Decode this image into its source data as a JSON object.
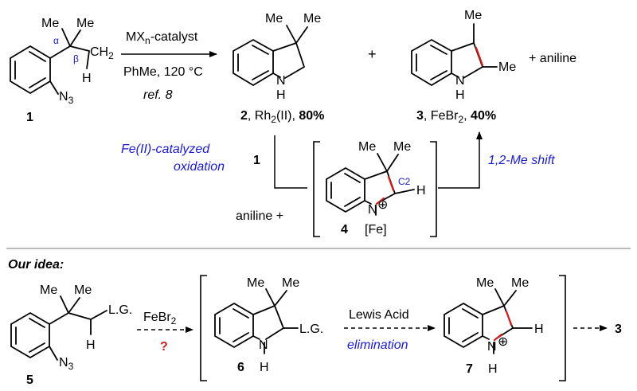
{
  "scheme_top": {
    "compound1": {
      "me1": "Me",
      "me2": "Me",
      "alpha": "α",
      "beta": "β",
      "ch2": "CH",
      "ch2_sub": "2",
      "h": "H",
      "n3": "N",
      "n3_sub": "3",
      "id": "1"
    },
    "reaction": {
      "cat_main": "MX",
      "cat_sub": "n",
      "cat_rest": "-catalyst",
      "solvent": "PhMe, 120 °C",
      "ref": "ref. 8"
    },
    "compound2": {
      "me1": "Me",
      "me2": "Me",
      "nh_n": "N",
      "nh_h": "H",
      "id": "2",
      "cat_main": ", Rh",
      "cat_sub": "2",
      "cat_rest": "(II), ",
      "yield": "80%"
    },
    "plus1": "+",
    "compound3": {
      "me1": "Me",
      "me2": "Me",
      "nh_n": "N",
      "nh_h": "H",
      "id": "3",
      "cat_main": ", FeBr",
      "cat_sub": "2",
      "cat_rest": ", ",
      "yield": "40%"
    },
    "plus_aniline": "+ aniline",
    "oxidation_line1": "Fe(II)-catalyzed",
    "oxidation_line2": "oxidation",
    "oxidation_substrate": "1",
    "aniline_plus": "aniline  +",
    "intermediate4": {
      "me1": "Me",
      "me2": "Me",
      "c2": "C2",
      "h": "H",
      "n": "N",
      "charge": "⊕",
      "fe": "[Fe]",
      "id": "4"
    },
    "shift_label": "1,2-Me shift"
  },
  "scheme_bottom": {
    "title": "Our idea:",
    "compound5": {
      "me1": "Me",
      "me2": "Me",
      "lg": "L.G.",
      "h": "H",
      "n3": "N",
      "n3_sub": "3",
      "id": "5"
    },
    "step1": {
      "reagent_main": "FeBr",
      "reagent_sub": "2",
      "unknown": "?"
    },
    "compound6": {
      "me1": "Me",
      "me2": "Me",
      "lg": "L.G.",
      "n": "N",
      "h": "H",
      "id": "6"
    },
    "step2": {
      "top": "Lewis Acid",
      "bottom": "elimination"
    },
    "compound7": {
      "me1": "Me",
      "me2": "Me",
      "h_top": "H",
      "n": "N",
      "charge": "⊕",
      "h": "H",
      "id": "7"
    },
    "product": "3"
  },
  "colors": {
    "annotation_blue": "#1a1ad6",
    "highlight_red": "#d41c1c"
  }
}
